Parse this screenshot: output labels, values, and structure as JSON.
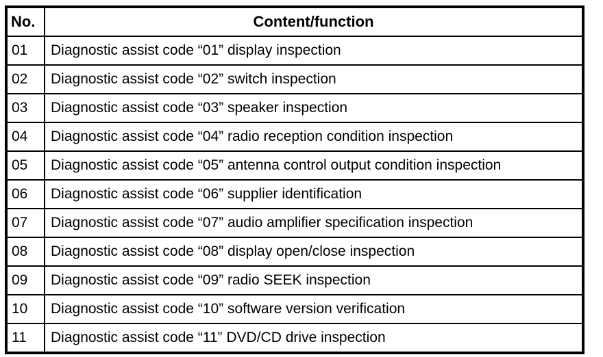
{
  "table": {
    "headers": {
      "no": "No.",
      "content": "Content/function"
    },
    "rows": [
      {
        "no": "01",
        "content": "Diagnostic assist code “01” display inspection"
      },
      {
        "no": "02",
        "content": "Diagnostic assist code “02” switch inspection"
      },
      {
        "no": "03",
        "content": "Diagnostic assist code “03” speaker inspection"
      },
      {
        "no": "04",
        "content": "Diagnostic assist code “04” radio reception condition inspection"
      },
      {
        "no": "05",
        "content": "Diagnostic assist code “05” antenna control output condition inspection"
      },
      {
        "no": "06",
        "content": "Diagnostic assist code “06” supplier identification"
      },
      {
        "no": "07",
        "content": "Diagnostic assist code “07” audio amplifier specification inspection"
      },
      {
        "no": "08",
        "content": "Diagnostic assist code “08” display open/close inspection"
      },
      {
        "no": "09",
        "content": "Diagnostic assist code “09” radio SEEK inspection"
      },
      {
        "no": "10",
        "content": "Diagnostic assist code “10” software version verification"
      },
      {
        "no": "11",
        "content": "Diagnostic assist code “11” DVD/CD drive inspection"
      }
    ],
    "border_color": "#000000",
    "background_color": "#ffffff"
  }
}
